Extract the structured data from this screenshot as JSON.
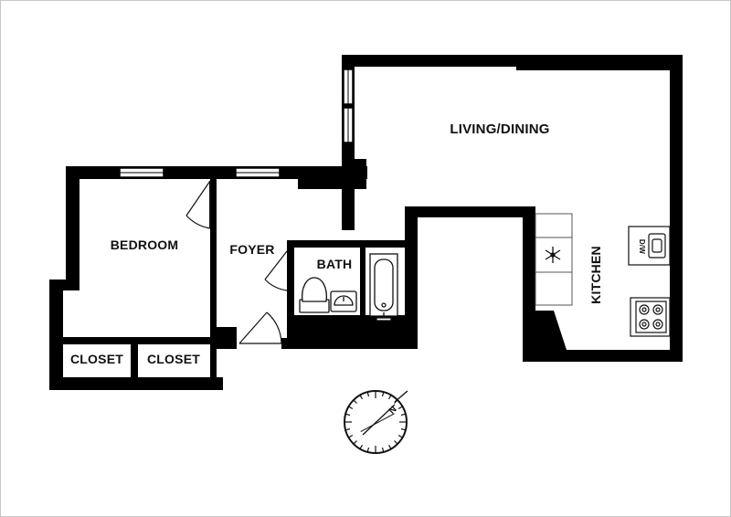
{
  "rooms": {
    "living_dining": "LIVING/DINING",
    "bedroom": "BEDROOM",
    "foyer": "FOYER",
    "bath": "BATH",
    "kitchen": "KITCHEN",
    "closet_left": "CLOSET",
    "closet_right": "CLOSET"
  },
  "appliances": {
    "dishwasher": "D/W"
  },
  "compass": {
    "north": "N"
  },
  "colors": {
    "wall": "#000000",
    "line": "#111111",
    "counter": "#555555",
    "background": "#ffffff"
  },
  "icons": [
    "snowflake-icon",
    "sink-icon",
    "toilet-icon",
    "bathtub-icon",
    "stove-icon",
    "compass-icon"
  ]
}
